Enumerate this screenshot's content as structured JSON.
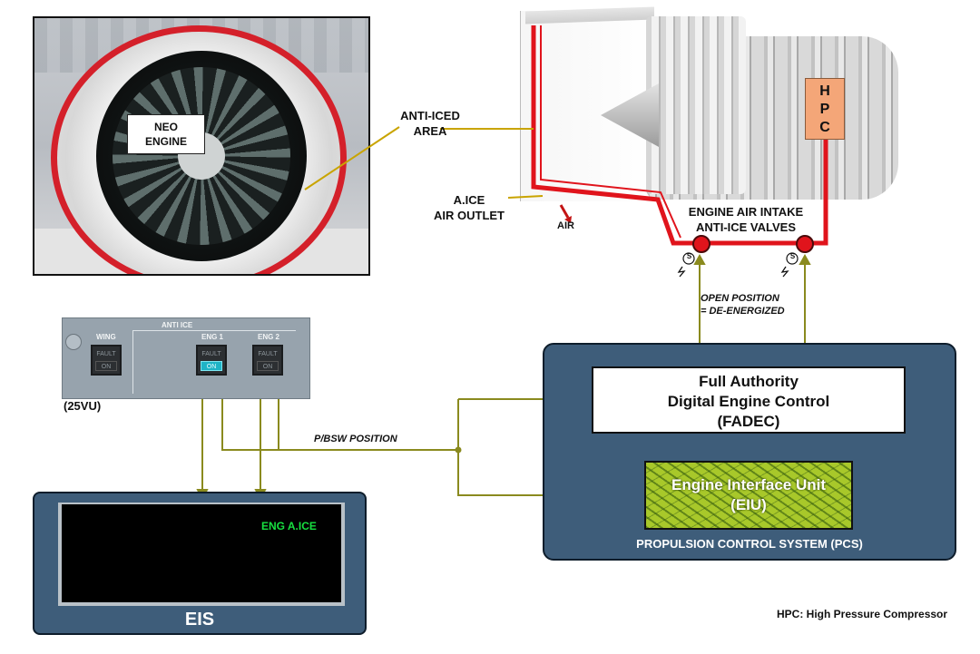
{
  "photo": {
    "label": "NEO\nENGINE"
  },
  "labels": {
    "anti_iced_area": "ANTI-ICED\nAREA",
    "aice_air_outlet": "A.ICE\nAIR OUTLET",
    "air": "AIR",
    "valves": "ENGINE AIR INTAKE\nANTI-ICE VALVES",
    "hpc_box": "H\nP\nC",
    "valve_symbol": "S",
    "open_position": "OPEN POSITION\n= DE-ENERGIZED",
    "pbsw_position": "P/BSW POSITION",
    "vu": "(25VU)",
    "hpc_note": "HPC: High Pressure Compressor"
  },
  "panel": {
    "title": "ANTI ICE",
    "buttons": [
      {
        "name": "WING",
        "fault": "FAULT",
        "on": "ON",
        "lit": false
      },
      {
        "name": "ENG 1",
        "fault": "FAULT",
        "on": "ON",
        "lit": true
      },
      {
        "name": "ENG 2",
        "fault": "FAULT",
        "on": "ON",
        "lit": false
      }
    ]
  },
  "eis": {
    "title": "EIS",
    "message": "ENG A.ICE"
  },
  "pcs": {
    "title": "PROPULSION CONTROL SYSTEM (PCS)",
    "fadec": "Full Authority\nDigital Engine Control\n(FADEC)",
    "eiu": "Engine Interface Unit\n(EIU)"
  },
  "colors": {
    "duct": "#e0141c",
    "signal": "#8a8a1e",
    "panel_blue": "#3e5d7a",
    "eiu_green": "#a8c82a",
    "hpc": "#f4a678",
    "eis_text": "#17e040"
  }
}
